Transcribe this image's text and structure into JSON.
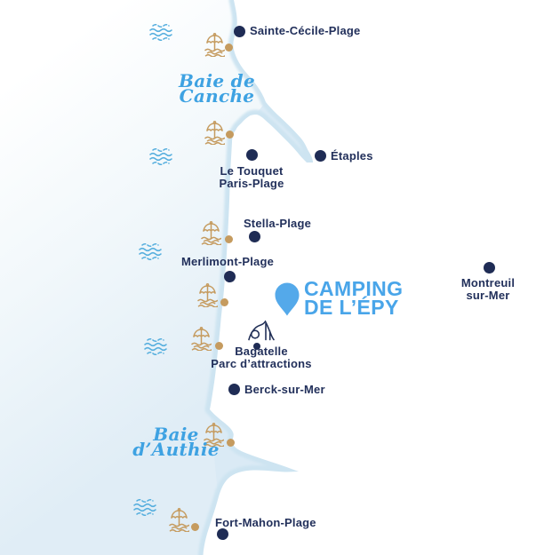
{
  "map": {
    "camping": {
      "line1": "CAMPING",
      "line2": "DE L’ÉPY"
    },
    "bays": [
      {
        "line1": "Baie de",
        "line2": "Canche"
      },
      {
        "line1": "Baie",
        "line2": "d’Authie"
      }
    ],
    "towns": [
      {
        "name": "Sainte-Cécile-Plage"
      },
      {
        "line1": "Le Touquet",
        "line2": "Paris-Plage"
      },
      {
        "name": "Étaples"
      },
      {
        "name": "Stella-Plage"
      },
      {
        "name": "Merlimont-Plage"
      },
      {
        "line1": "Montreuil",
        "line2": "sur-Mer"
      },
      {
        "name": "Berck-sur-Mer"
      },
      {
        "name": "Fort-Mahon-Plage"
      }
    ],
    "attraction": {
      "line1": "Bagatelle",
      "line2": "Parc d’attractions"
    },
    "icons": {
      "pin": "location-pin-icon",
      "wave": "sea-waves-icon",
      "umbrella": "beach-umbrella-icon",
      "coaster": "roller-coaster-icon",
      "marker": "town-dot"
    },
    "colors": {
      "navy": "#1f2c55",
      "gold": "#c59b5f",
      "sky_blue": "#47a6e3",
      "camping_blue": "#49a5e9",
      "sea": "#e2eef6",
      "beach_strip": "#cde4f1"
    }
  }
}
